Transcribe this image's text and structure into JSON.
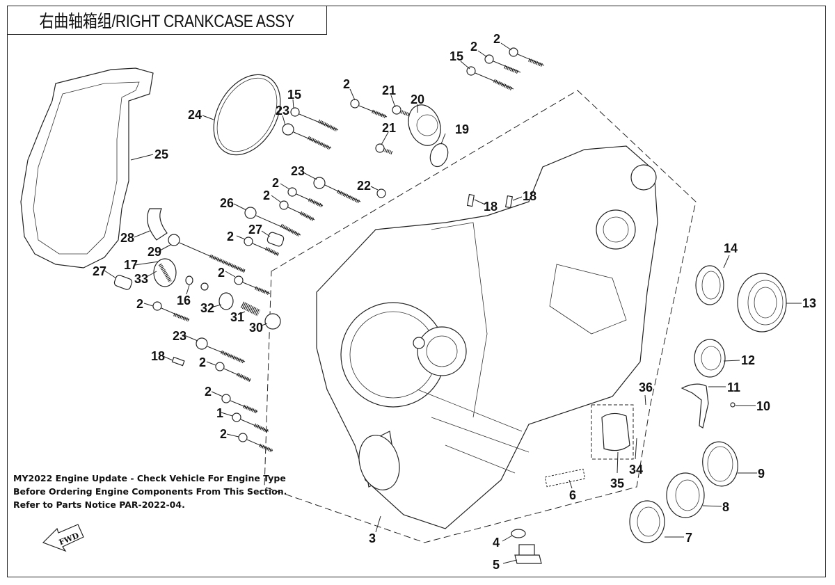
{
  "title": "右曲轴箱组/RIGHT CRANKCASE ASSY",
  "notice": {
    "lines": [
      "MY2022 Engine Update - Check Vehicle For Engine Type",
      "Before Ordering Engine Components From This Section.",
      "Refer to Parts Notice PAR-2022-04."
    ]
  },
  "fwd_arrow": {
    "icon": "fwd-arrow-icon",
    "label": "FWD"
  },
  "callouts": [
    {
      "id": "c-2a",
      "text": "2"
    },
    {
      "id": "c-2b",
      "text": "2"
    },
    {
      "id": "c-15a",
      "text": "15"
    },
    {
      "id": "c-2c",
      "text": "2"
    },
    {
      "id": "c-21a",
      "text": "21"
    },
    {
      "id": "c-20",
      "text": "20"
    },
    {
      "id": "c-15b",
      "text": "15"
    },
    {
      "id": "c-23a",
      "text": "23"
    },
    {
      "id": "c-21b",
      "text": "21"
    },
    {
      "id": "c-19",
      "text": "19"
    },
    {
      "id": "c-24",
      "text": "24"
    },
    {
      "id": "c-25",
      "text": "25"
    },
    {
      "id": "c-23b",
      "text": "23"
    },
    {
      "id": "c-22",
      "text": "22"
    },
    {
      "id": "c-2d",
      "text": "2"
    },
    {
      "id": "c-2e",
      "text": "2"
    },
    {
      "id": "c-18a",
      "text": "18"
    },
    {
      "id": "c-18b",
      "text": "18"
    },
    {
      "id": "c-26",
      "text": "26"
    },
    {
      "id": "c-27a",
      "text": "27"
    },
    {
      "id": "c-2f",
      "text": "2"
    },
    {
      "id": "c-28",
      "text": "28"
    },
    {
      "id": "c-29",
      "text": "29"
    },
    {
      "id": "c-17",
      "text": "17"
    },
    {
      "id": "c-27b",
      "text": "27"
    },
    {
      "id": "c-33",
      "text": "33"
    },
    {
      "id": "c-2g",
      "text": "2"
    },
    {
      "id": "c-16",
      "text": "16"
    },
    {
      "id": "c-32",
      "text": "32"
    },
    {
      "id": "c-2h",
      "text": "2"
    },
    {
      "id": "c-31",
      "text": "31"
    },
    {
      "id": "c-30",
      "text": "30"
    },
    {
      "id": "c-23c",
      "text": "23"
    },
    {
      "id": "c-18c",
      "text": "18"
    },
    {
      "id": "c-2i",
      "text": "2"
    },
    {
      "id": "c-2j",
      "text": "2"
    },
    {
      "id": "c-1",
      "text": "1"
    },
    {
      "id": "c-2k",
      "text": "2"
    },
    {
      "id": "c-14",
      "text": "14"
    },
    {
      "id": "c-13",
      "text": "13"
    },
    {
      "id": "c-12",
      "text": "12"
    },
    {
      "id": "c-11",
      "text": "11"
    },
    {
      "id": "c-10",
      "text": "10"
    },
    {
      "id": "c-36",
      "text": "36"
    },
    {
      "id": "c-34",
      "text": "34"
    },
    {
      "id": "c-35",
      "text": "35"
    },
    {
      "id": "c-9",
      "text": "9"
    },
    {
      "id": "c-8",
      "text": "8"
    },
    {
      "id": "c-7",
      "text": "7"
    },
    {
      "id": "c-6",
      "text": "6"
    },
    {
      "id": "c-3",
      "text": "3"
    },
    {
      "id": "c-4",
      "text": "4"
    },
    {
      "id": "c-5",
      "text": "5"
    }
  ]
}
